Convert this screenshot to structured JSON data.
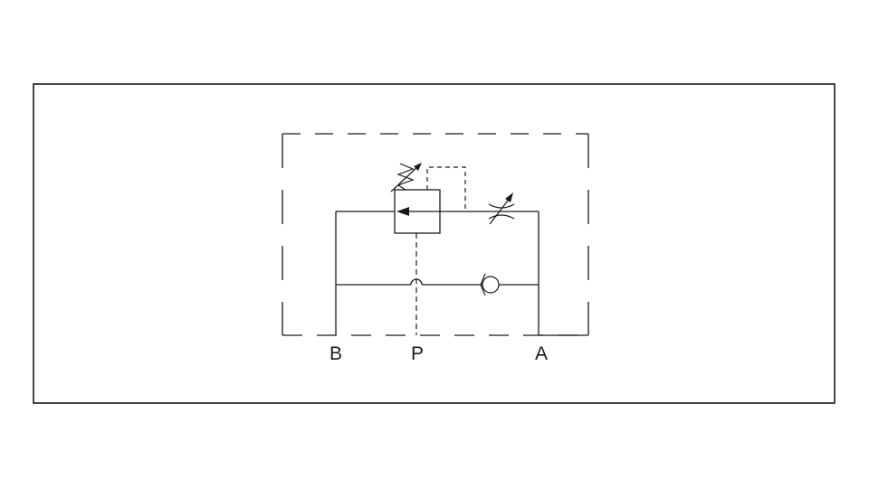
{
  "diagram": {
    "type": "hydraulic-schematic",
    "ports": {
      "b": "B",
      "p": "P",
      "a": "A"
    },
    "components": [
      "pressure-relief-valve-adjustable",
      "adjustable-throttle-valve",
      "check-valve"
    ],
    "colors": {
      "line": "#1a1a1a",
      "background": "#ffffff"
    }
  }
}
